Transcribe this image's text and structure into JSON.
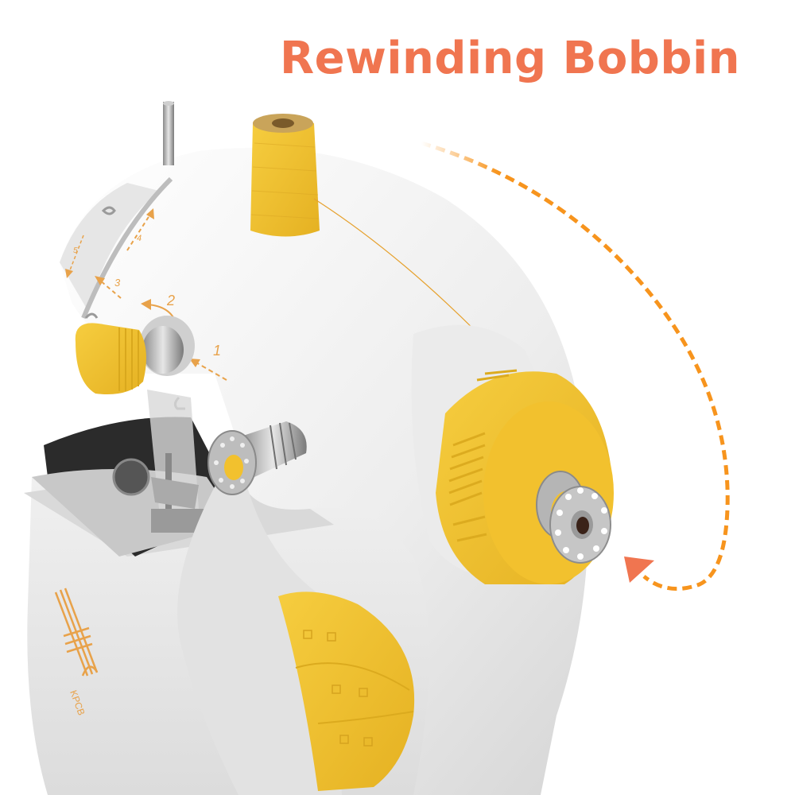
{
  "header": {
    "title": "Rewinding Bobbin"
  },
  "colors": {
    "title": "#f07550",
    "accent_yellow": "#f2c12e",
    "arrow_orange": "#f7941d",
    "arrowhead": "#f07550",
    "body_white": "#f4f4f4"
  },
  "product": {
    "brand_logo": "KPCB",
    "thread_path_steps": [
      "1",
      "2",
      "3",
      "4",
      "5"
    ]
  },
  "annotations": {
    "rotation_arrow": "curved dashed arrow indicating bobbin winding direction"
  }
}
